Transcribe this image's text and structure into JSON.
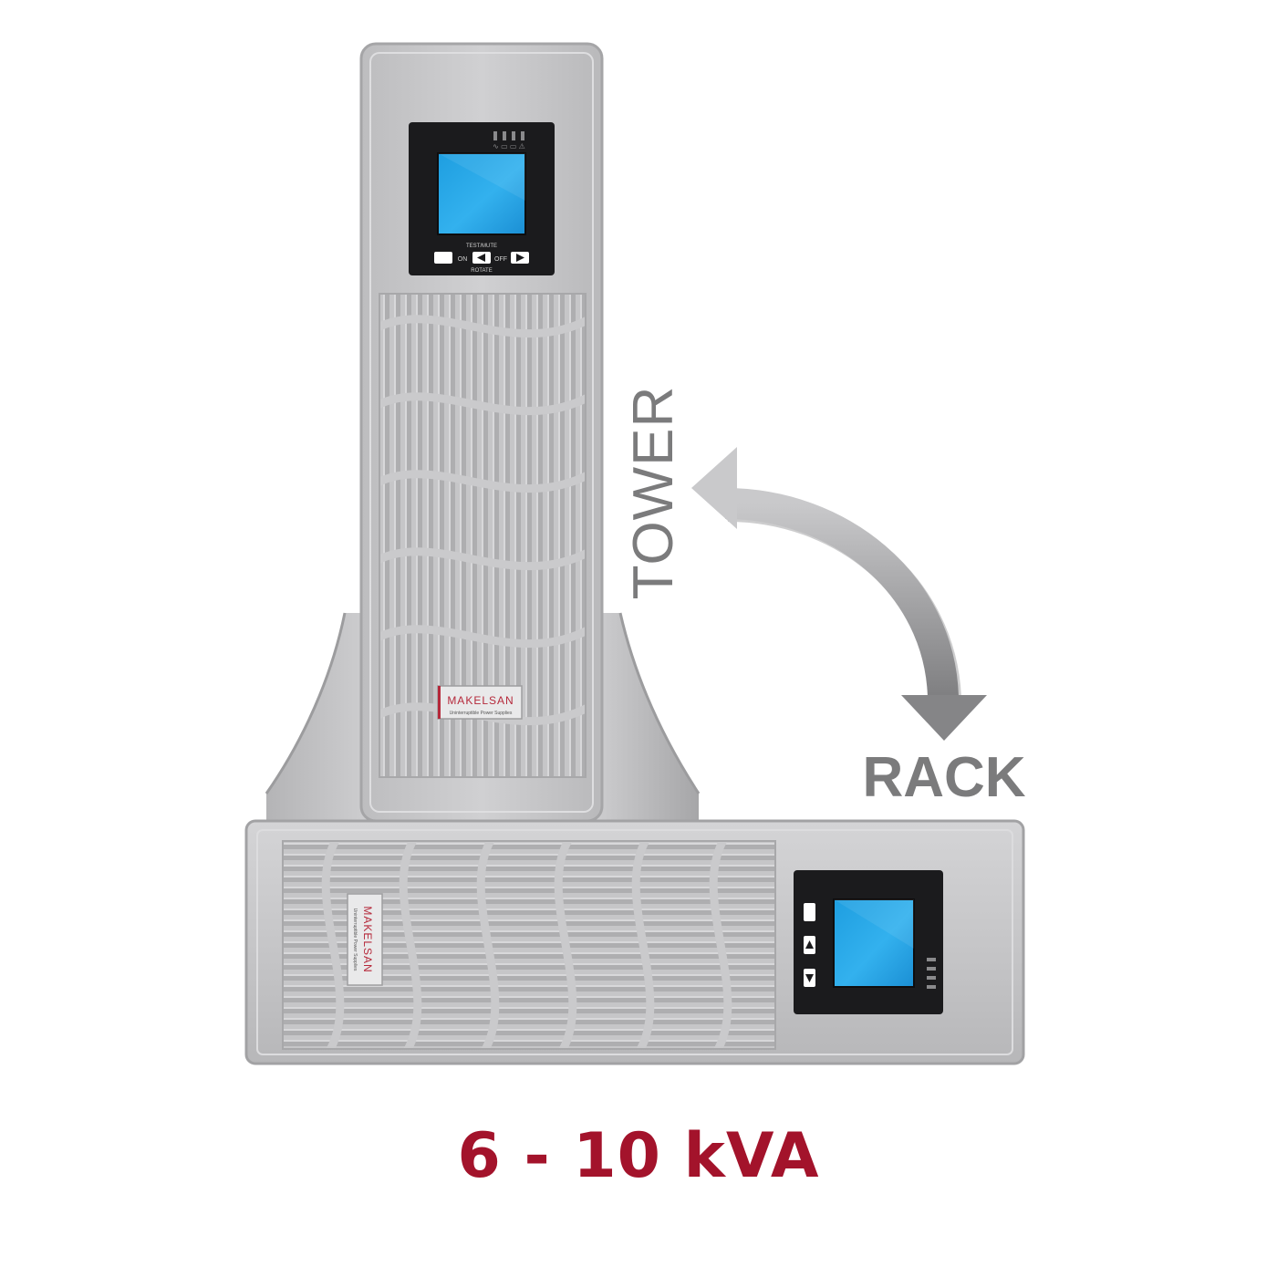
{
  "colors": {
    "background": "#ffffff",
    "chassis": "#c4c4c6",
    "chassis_dark": "#9a9a9c",
    "chassis_light": "#dadadb",
    "panel_black": "#1b1b1d",
    "lcd_blue": "#27a6e6",
    "arrow_gray": "#8d8d8f",
    "label_gray": "#7b7b7c",
    "capacity_red": "#a3132b",
    "brand_red": "#b5283a"
  },
  "labels": {
    "tower": "TOWER",
    "rack": "RACK",
    "capacity": "6 - 10 kVA"
  },
  "brand": {
    "name": "MAKELSAN",
    "tagline": "Uninterruptible Power Supplies"
  },
  "panel": {
    "test_mute": "TEST/MUTE",
    "on": "ON",
    "off": "OFF",
    "rotate": "ROTATE"
  },
  "icons": {
    "status_indicators": [
      "ac-input-icon",
      "battery-icon",
      "bypass-icon",
      "warning-icon"
    ],
    "rotate_arrow": "curved-double-arrow-icon"
  }
}
